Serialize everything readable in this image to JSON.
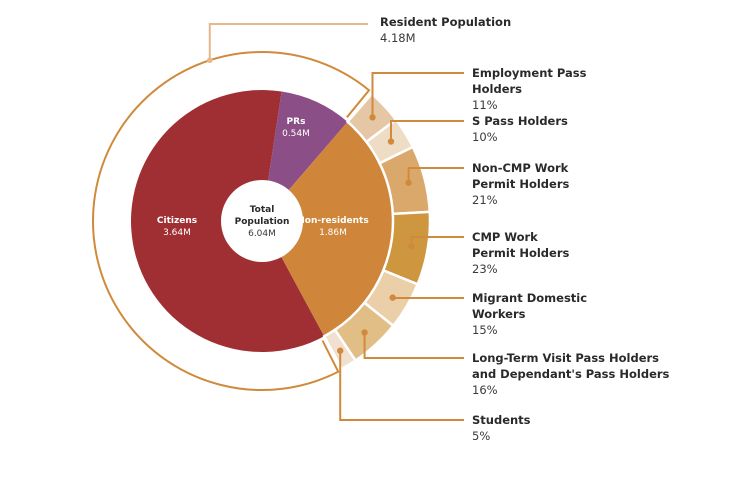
{
  "chart_data": {
    "type": "pie",
    "title": "",
    "center": {
      "title": "Total Population",
      "value": "6.04M",
      "total": 6.04
    },
    "inner": [
      {
        "name": "Citizens",
        "value": 3.64,
        "label": "3.64M",
        "color": "#a02f33"
      },
      {
        "name": "PRs",
        "value": 0.54,
        "label": "0.54M",
        "color": "#8b4e86"
      },
      {
        "name": "Non-residents",
        "value": 1.86,
        "label": "1.86M",
        "color": "#cf853a"
      }
    ],
    "resident_group": {
      "name": "Resident Population",
      "value": 4.18,
      "label": "4.18M",
      "color": "#d08a3c"
    },
    "outer": [
      {
        "name": "Employment Pass Holders",
        "lines": [
          "Employment Pass",
          "Holders"
        ],
        "value": 11,
        "label": "11%",
        "color": "#e6c7a5"
      },
      {
        "name": "S Pass Holders",
        "lines": [
          "S Pass Holders"
        ],
        "value": 10,
        "label": "10%",
        "color": "#efdcc4"
      },
      {
        "name": "Non-CMP Work Permit Holders",
        "lines": [
          "Non-CMP Work",
          "Permit Holders"
        ],
        "value": 21,
        "label": "21%",
        "color": "#dba86c"
      },
      {
        "name": "CMP Work Permit Holders",
        "lines": [
          "CMP Work",
          "Permit Holders"
        ],
        "value": 23,
        "label": "23%",
        "color": "#cd963f"
      },
      {
        "name": "Migrant Domestic Workers",
        "lines": [
          "Migrant Domestic",
          "Workers"
        ],
        "value": 15,
        "label": "15%",
        "color": "#ebcfa8"
      },
      {
        "name": "Long-Term Visit Pass Holders and Dependant's Pass Holders",
        "lines": [
          "Long-Term Visit Pass Holders",
          "and Dependant's Pass Holders"
        ],
        "value": 16,
        "label": "16%",
        "color": "#e2be87"
      },
      {
        "name": "Students",
        "lines": [
          "Students"
        ],
        "value": 5,
        "label": "5%",
        "color": "#f1dfcf"
      }
    ],
    "connector_color": "#d08a3c",
    "legend": "right"
  }
}
